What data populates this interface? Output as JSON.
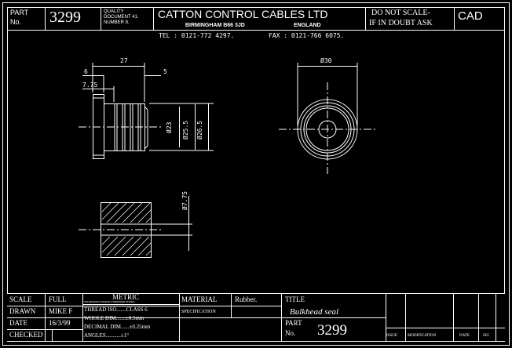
{
  "header": {
    "part_label": "PART\nNo.",
    "part_label_line1": "PART",
    "part_label_line2": "No.",
    "part_number": "3299",
    "quality_line1": "QUALITY",
    "quality_line2": "DOCUMENT 41.",
    "quality_line3": "NUMBER 8.",
    "company": "CATTON CONTROL CABLES LTD",
    "city": "BIRMINGHAM B66 3JD",
    "country": "ENGLAND",
    "tel": "TEL : 0121-772 4297.",
    "fax": "FAX : 0121-766 6075.",
    "scale_note_line1": "DO NOT SCALE-",
    "scale_note_line2": "IF IN DOUBT ASK",
    "cad": "CAD"
  },
  "dimensions": {
    "d27": "27",
    "d6": "6",
    "d5": "5",
    "d775": "7.75",
    "dia23": "Ø23",
    "dia255": "Ø25.5",
    "dia265": "Ø26.5",
    "dia30": "Ø30",
    "dia775": "Ø7.75"
  },
  "titleblock": {
    "scale_label": "SCALE",
    "scale_value": "FULL",
    "drawn_label": "DRAWN",
    "drawn_value": "MIKE F",
    "date_label": "DATE",
    "date_value": "16/3/99",
    "checked_label": "CHECKED",
    "metric_label": "METRIC",
    "metric_sub": "TOLERANCES UNLESS OTHERWISE STATED",
    "thread": "THREAD ISO.......CLASS 6",
    "whole": "WHOLE DIM.......±0.5mm",
    "decimal": "DECIMAL DIM......±0.25mm",
    "angles": "ANGLES...........±1°",
    "material_label": "MATERIAL",
    "material_value": "Rubber.",
    "spec_label": "SPECIFICATION",
    "title_label": "TITLE",
    "title_value": "Bulkhead seal",
    "part_label_line1": "PART",
    "part_label_line2": "No.",
    "part_number": "3299",
    "issue_label": "ISSUE",
    "modification_label": "MODIFICATION",
    "date_col_label": "DATE",
    "sig_label": "SIG"
  }
}
